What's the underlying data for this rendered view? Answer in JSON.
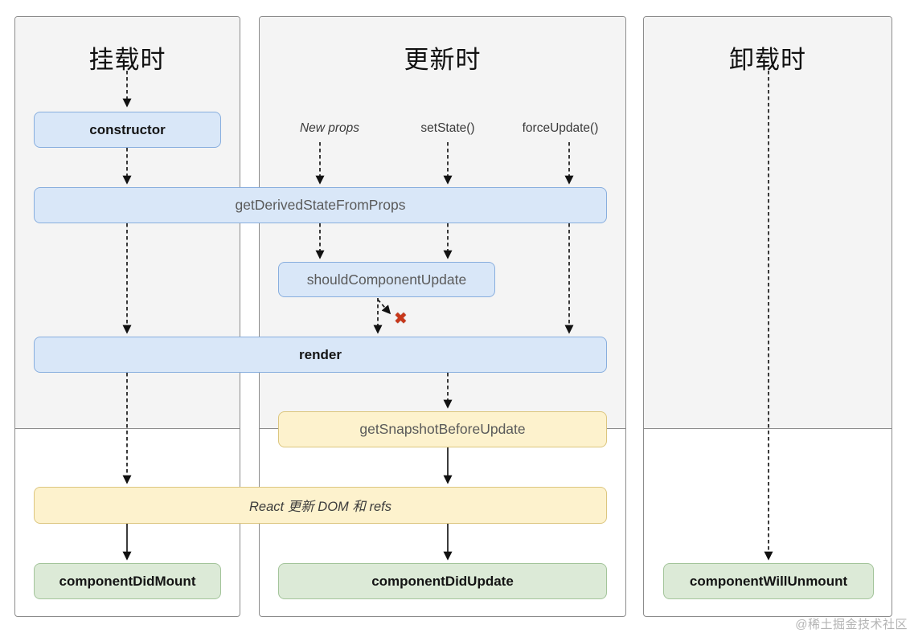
{
  "columns": [
    {
      "title": "挂载时"
    },
    {
      "title": "更新时"
    },
    {
      "title": "卸载时"
    }
  ],
  "triggers": {
    "new_props": "New props",
    "set_state": "setState()",
    "force_update": "forceUpdate()"
  },
  "boxes": {
    "constructor": "constructor",
    "get_derived_state_from_props": "getDerivedStateFromProps",
    "should_component_update": "shouldComponentUpdate",
    "render": "render",
    "get_snapshot_before_update": "getSnapshotBeforeUpdate",
    "react_updates_dom": "React 更新 DOM 和 refs",
    "component_did_mount": "componentDidMount",
    "component_did_update": "componentDidUpdate",
    "component_will_unmount": "componentWillUnmount"
  },
  "icons": {
    "stop_x_glyph": "✖"
  },
  "watermark": "@稀土掘金技术社区",
  "colors": {
    "blue_fill": "#d9e7f8",
    "blue_border": "#88aede",
    "yellow_fill": "#fdf2cd",
    "yellow_border": "#dcc67f",
    "green_fill": "#dcead7",
    "green_border": "#a3c49a",
    "panel_fill": "#f4f4f4",
    "panel_border": "#8c8c8c",
    "stop_x": "#c8371a"
  }
}
